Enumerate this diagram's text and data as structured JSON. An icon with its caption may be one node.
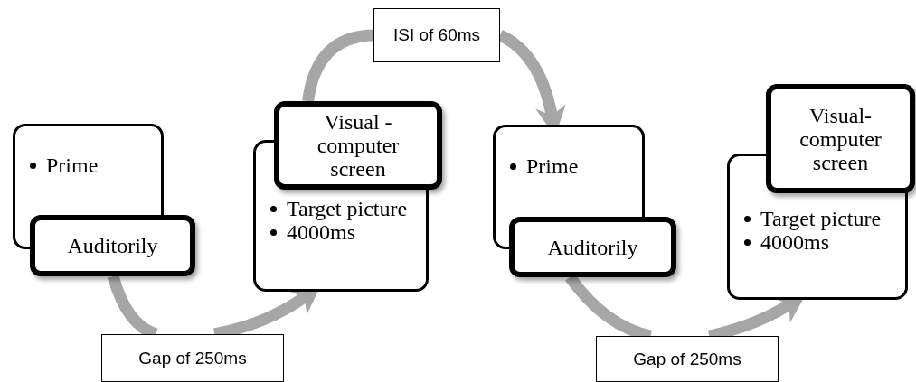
{
  "diagram": {
    "nodes": [
      {
        "text": [
          "Prime",
          "Auditorily"
        ]
      },
      {
        "text": [
          "Visual - computer screen",
          "Target picture",
          "4000ms"
        ]
      },
      {
        "text": [
          "Prime",
          "Auditorily"
        ]
      },
      {
        "text": [
          "Visual- computer screen",
          "Target picture",
          "4000ms"
        ]
      },
      {
        "text": [
          "ISI of 60ms"
        ]
      },
      {
        "text": [
          "Gap of 250ms"
        ]
      },
      {
        "text": [
          "Gap of 250ms"
        ]
      }
    ],
    "edges": [
      {
        "from": 0,
        "to": 5,
        "arrow": "none"
      },
      {
        "from": 5,
        "to": 1,
        "arrow": "to"
      },
      {
        "from": 1,
        "to": 4,
        "arrow": "none"
      },
      {
        "from": 4,
        "to": 2,
        "arrow": "to"
      },
      {
        "from": 2,
        "to": 6,
        "arrow": "none"
      },
      {
        "from": 6,
        "to": 3,
        "arrow": "to"
      }
    ]
  }
}
